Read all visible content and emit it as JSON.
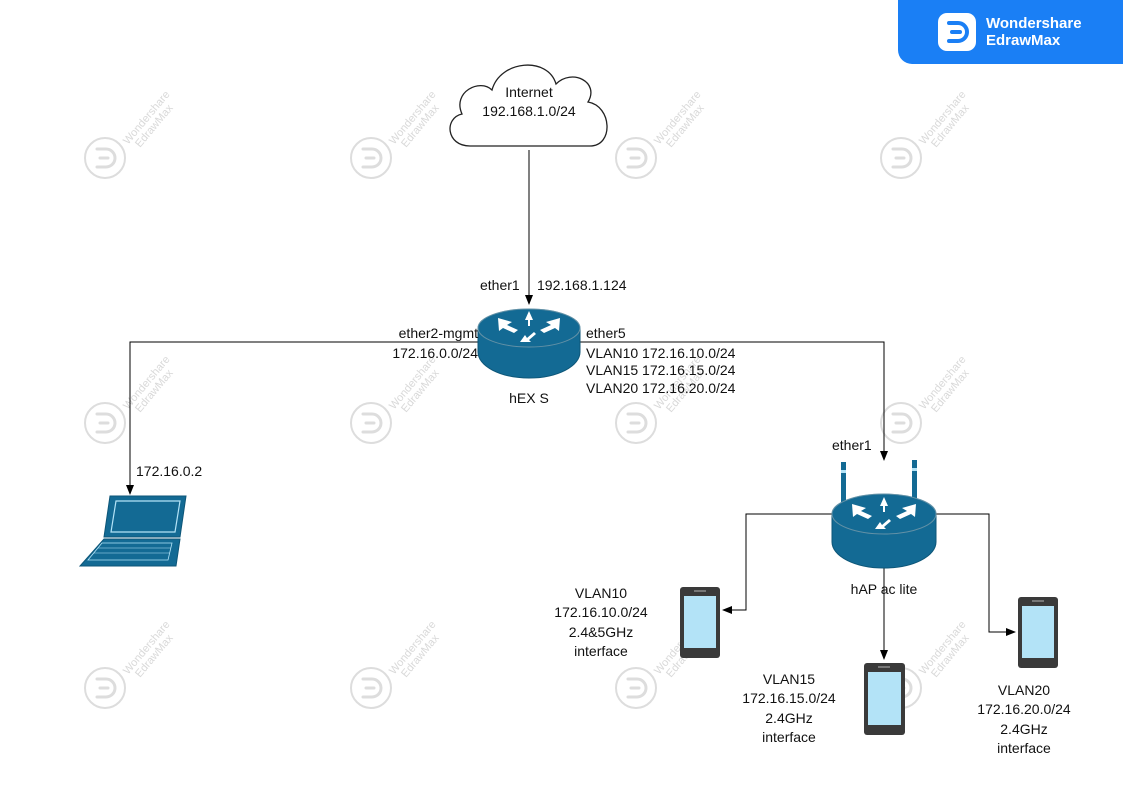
{
  "brand": {
    "name_line1": "Wondershare",
    "name_line2": "EdrawMax",
    "color": "#1a7ff5"
  },
  "watermark": {
    "line1": "Wondershare",
    "line2": "EdrawMax",
    "icon": "edrawmax-logo-icon"
  },
  "colors": {
    "device": "#136a94",
    "device_dark": "#0d5678",
    "screen": "#b3e3f7",
    "line": "#000000"
  },
  "nodes": {
    "internet": {
      "title": "Internet",
      "subnet": "192.168.1.0/24",
      "icon": "cloud-icon"
    },
    "hex_s": {
      "name": "hEX S",
      "icon": "router-icon"
    },
    "hap": {
      "name": "hAP ac lite",
      "icon": "wireless-router-icon"
    },
    "laptop": {
      "icon": "laptop-icon"
    },
    "phone_vlan10": {
      "icon": "smartphone-icon",
      "lines": [
        "VLAN10",
        "172.16.10.0/24",
        "2.4&5GHz",
        "interface"
      ]
    },
    "phone_vlan15": {
      "icon": "smartphone-icon",
      "lines": [
        "VLAN15",
        "172.16.15.0/24",
        "2.4GHz",
        "interface"
      ]
    },
    "phone_vlan20": {
      "icon": "smartphone-icon",
      "lines": [
        "VLAN20",
        "172.16.20.0/24",
        "2.4GHz",
        "interface"
      ]
    }
  },
  "links": {
    "hex_ether1": "ether1",
    "hex_wan_ip": "192.168.1.124",
    "hex_ether2": "ether2-mgmt",
    "hex_ether2_subnet": "172.16.0.0/24",
    "hex_ether5": "ether5",
    "vlans": [
      "VLAN10 172.16.10.0/24",
      "VLAN15 172.16.15.0/24",
      "VLAN20 172.16.20.0/24"
    ],
    "laptop_ip": "172.16.0.2",
    "hap_ether1": "ether1"
  }
}
